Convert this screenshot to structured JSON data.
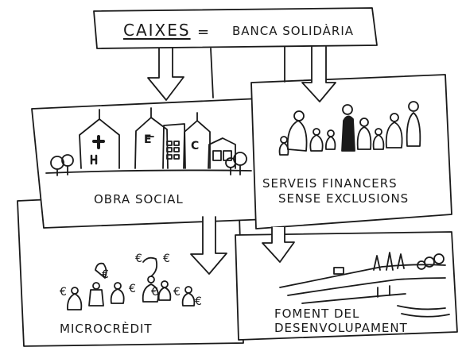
{
  "header": {
    "caixes": "CAIXES",
    "equals": "=",
    "banca": "BANCA SOLIDÀRIA"
  },
  "panels": {
    "obra_social": {
      "label": "OBRA SOCIAL",
      "building_letters": [
        "E",
        "C"
      ]
    },
    "serveis": {
      "line1": "SERVEIS  FINANCERS",
      "line2": "SENSE  EXCLUSIONS"
    },
    "microcredit": {
      "label": "MICROCRÈDIT",
      "currency": "€"
    },
    "foment": {
      "line1": "FOMENT DEL",
      "line2": "DESENVOLUPAMENT"
    }
  },
  "colors": {
    "ink": "#1a1a1a",
    "paper": "#ffffff"
  }
}
